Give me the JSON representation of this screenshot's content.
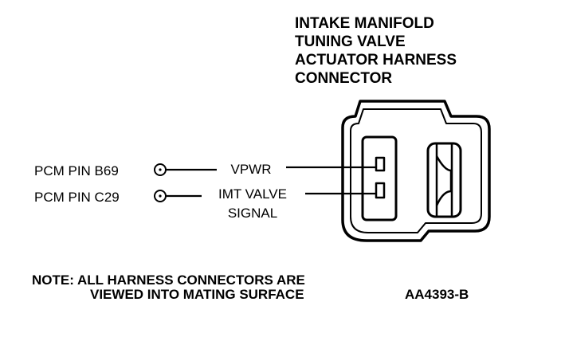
{
  "title_lines": [
    "INTAKE MANIFOLD",
    "TUNING VALVE",
    "ACTUATOR HARNESS",
    "CONNECTOR"
  ],
  "pcm_pins": [
    {
      "pcm_label": "PCM PIN B69",
      "signal_lines": [
        "VPWR"
      ]
    },
    {
      "pcm_label": "PCM PIN C29",
      "signal_lines": [
        "IMT VALVE",
        "SIGNAL"
      ]
    }
  ],
  "note_lines": [
    "NOTE: ALL HARNESS CONNECTORS ARE",
    "VIEWED INTO MATING SURFACE"
  ],
  "figure_code": "AA4393-B"
}
